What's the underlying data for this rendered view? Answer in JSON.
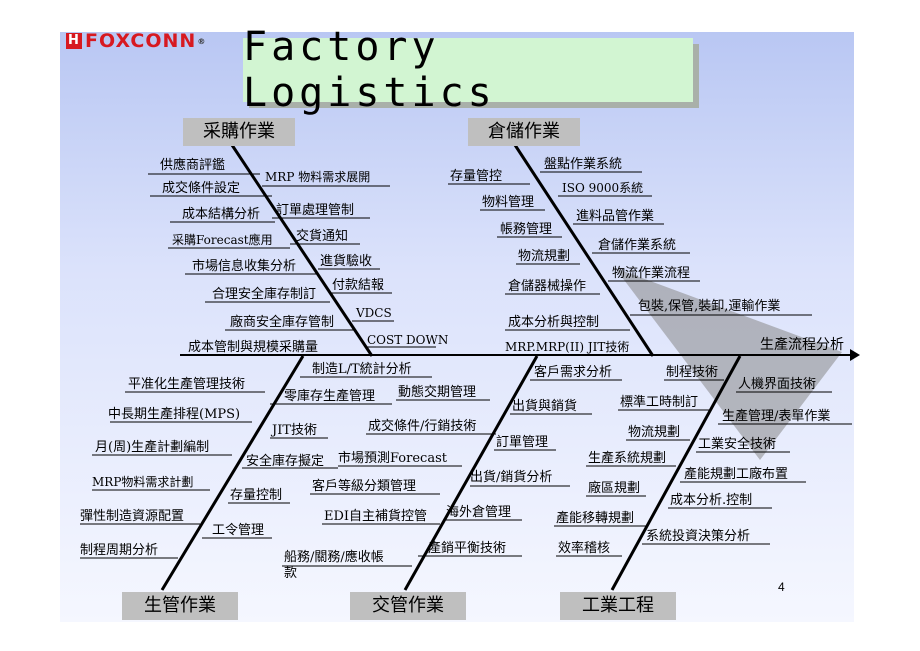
{
  "logo": {
    "text": "FOXCONN",
    "mark": "H"
  },
  "title": "Factory Logistics",
  "page_number": "4",
  "head_label": "生產流程分析",
  "categories": {
    "procurement": "采購作業",
    "warehouse": "倉儲作業",
    "production_control": "生管作業",
    "traffic": "交管作業",
    "industrial_engineering": "工業工程"
  },
  "labels": [
    "供應商評鑑",
    "MRP 物料需求展開",
    "成交條件設定",
    "成本結構分析",
    "訂單處理管制",
    "采購Forecast應用",
    "交貨通知",
    "市場信息收集分析",
    "進貨驗收",
    "合理安全庫存制訂",
    "付款結報",
    "廠商安全庫存管制",
    "VDCS",
    "成本管制與規模采購量",
    "COST DOWN",
    "存量管控",
    "盤點作業系統",
    "ISO 9000系統",
    "物料管理",
    "進料品管作業",
    "帳務管理",
    "倉儲作業系統",
    "物流規劃",
    "物流作業流程",
    "倉儲器械操作",
    "包裝,保管,裝卸,運輸作業",
    "成本分析與控制",
    "MRP.MRP(II) JIT技術",
    "平准化生產管理技術",
    "制造L/T統計分析",
    "零庫存生產管理",
    "中長期生產排程(MPS)",
    "JIT技術",
    "月(周)生產計劃編制",
    "安全庫存擬定",
    "MRP物料需求計劃",
    "存量控制",
    "彈性制造資源配置",
    "工令管理",
    "制程周期分析",
    "客戶需求分析",
    "動態交期管理",
    "出貨與銷貨",
    "成交條件/行銷技術",
    "訂單管理",
    "市場預測Forecast",
    "出貨/銷貨分析",
    "客戶等級分類管理",
    "海外倉管理",
    "EDI自主補貨控管",
    "船務/關務/應收帳",
    "款",
    "產銷平衡技術",
    "制程技術",
    "人機界面技術",
    "標準工時制訂",
    "生產管理/表單作業",
    "物流規劃",
    "工業安全技術",
    "生產系統規劃",
    "產能規劃工廠布置",
    "廠區規劃",
    "成本分析.控制",
    "產能移轉規劃",
    "系統投資決策分析",
    "效率稽核"
  ]
}
